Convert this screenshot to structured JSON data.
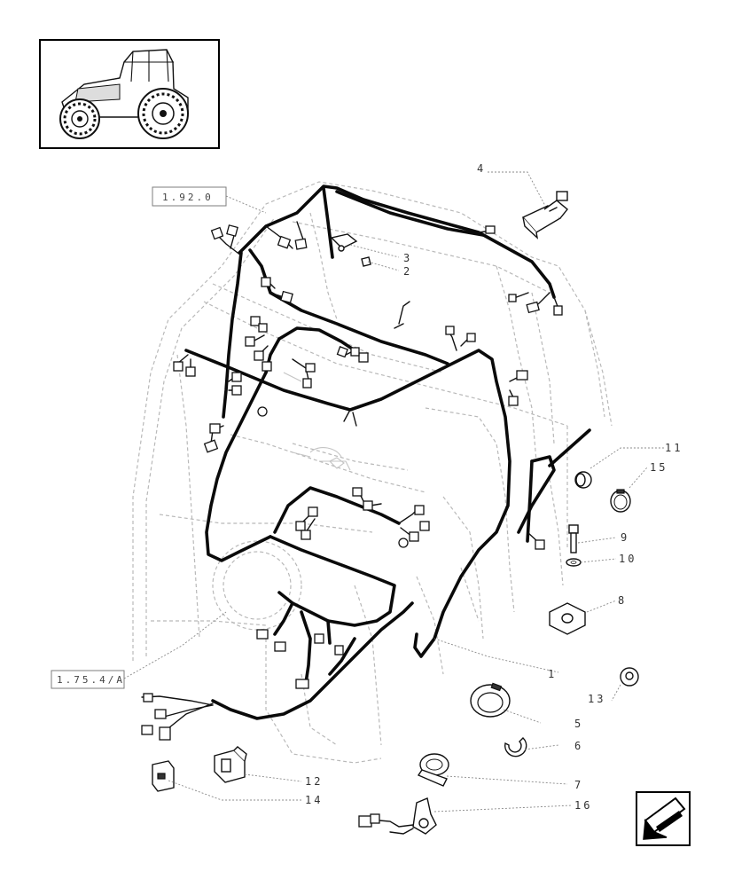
{
  "references": [
    {
      "id": "ref-1-92-0",
      "text": "1.92.0"
    },
    {
      "id": "ref-1-75-4-a",
      "text": "1.75.4/A"
    }
  ],
  "callouts": [
    {
      "id": "callout-1",
      "text": "1"
    },
    {
      "id": "callout-2",
      "text": "2"
    },
    {
      "id": "callout-3",
      "text": "3"
    },
    {
      "id": "callout-4",
      "text": "4"
    },
    {
      "id": "callout-5",
      "text": "5"
    },
    {
      "id": "callout-6",
      "text": "6"
    },
    {
      "id": "callout-7",
      "text": "7"
    },
    {
      "id": "callout-8",
      "text": "8"
    },
    {
      "id": "callout-9",
      "text": "9"
    },
    {
      "id": "callout-10",
      "text": "10"
    },
    {
      "id": "callout-11",
      "text": "11"
    },
    {
      "id": "callout-12",
      "text": "12"
    },
    {
      "id": "callout-13",
      "text": "13"
    },
    {
      "id": "callout-14",
      "text": "14"
    },
    {
      "id": "callout-15",
      "text": "15"
    },
    {
      "id": "callout-16",
      "text": "16"
    }
  ],
  "icons": {
    "inset": "tractor-thumbnail-icon",
    "nav": "back-arrow-icon"
  }
}
